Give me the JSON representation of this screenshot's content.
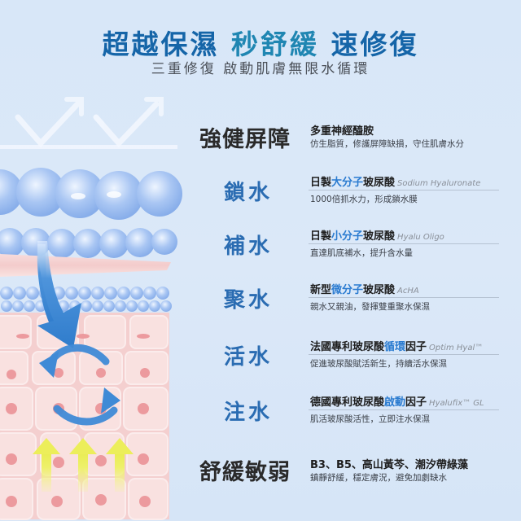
{
  "header": {
    "headline_part1": "超越保濕",
    "headline_part2": "秒舒緩",
    "headline_part3": "速修復",
    "subheadline": "三重修復 啟動肌膚無限水循環"
  },
  "colors": {
    "background": "#d8e7f8",
    "headline_blue": "#1565a8",
    "headline_teal": "#1f86b2",
    "tag_blue": "#2a6cb2",
    "highlight_blue": "#2a7bd0",
    "divider": "#b5c2d2"
  },
  "illustration": {
    "icons": [
      "check-arrow-icon",
      "check-arrow-icon",
      "down-arrow-icon",
      "cycle-arrows-icon",
      "up-arrow-icon"
    ]
  },
  "features": [
    {
      "tag": "強健屏障",
      "title_pre": "多重神經醯胺",
      "title_hl": "",
      "title_post": "",
      "title_en": "",
      "desc": "仿生脂質，修護屏障缺損，守住肌膚水分"
    },
    {
      "tag": "鎖水",
      "title_pre": "日製",
      "title_hl": "大分子",
      "title_post": "玻尿酸",
      "title_en": "Sodium Hyaluronate",
      "desc": "1000倍抓水力，形成鎖水膜"
    },
    {
      "tag": "補水",
      "title_pre": "日製",
      "title_hl": "小分子",
      "title_post": "玻尿酸",
      "title_en": "Hyalu Oligo",
      "desc": "直達肌底補水，提升含水量"
    },
    {
      "tag": "聚水",
      "title_pre": "新型",
      "title_hl": "微分子",
      "title_post": "玻尿酸",
      "title_en": "AcHA",
      "desc": "親水又親油，發揮雙重聚水保濕"
    },
    {
      "tag": "活水",
      "title_pre": "法國專利玻尿酸",
      "title_hl": "循環",
      "title_post": "因子",
      "title_en": "Optim Hyal™",
      "desc": "促進玻尿酸賦活新生，持續活水保濕"
    },
    {
      "tag": "注水",
      "title_pre": "德國專利玻尿酸",
      "title_hl": "啟動",
      "title_post": "因子",
      "title_en": "Hyalufix™ GL",
      "desc": "肌活玻尿酸活性，立即注水保濕"
    },
    {
      "tag": "舒緩敏弱",
      "title_pre": "B3、B5、高山黃芩、潮汐帶綠藻",
      "title_hl": "",
      "title_post": "",
      "title_en": "",
      "desc": "鎮靜舒緩，穩定膚況，避免加劇缺水"
    }
  ]
}
